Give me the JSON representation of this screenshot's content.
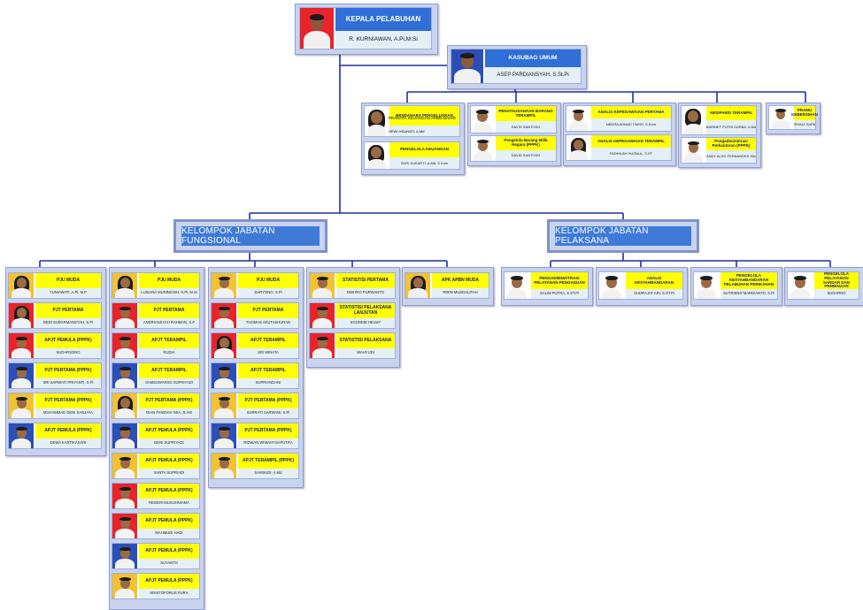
{
  "head": {
    "title": "KEPALA PELABUHAN",
    "name": "R. KURNIAWAN, A.Pi,M.Si"
  },
  "kasubag": {
    "title": "KASUBAG UMUM",
    "name": "ASEP PARDIANSYAH, S.St.Pi"
  },
  "staff": [
    {
      "title": "BENDAHARA PENGELUARAN",
      "name": ""
    },
    {
      "title": "PRANATA KEUANGAN APBN MAHIR",
      "name": "DEWI HIDAYATI, A.Md"
    },
    {
      "title": "PENGELOLA KEUANGAN",
      "name": "SURI SUKARTI, A.Md, S.Kom"
    },
    {
      "title": "PENATAUSAHAAN BARANG TERAMPIL",
      "name": "DAVID SANTOSO"
    },
    {
      "title": "Pengelola Barang Milik Negara (PPPK)",
      "name": "DAVID SANTOSO"
    },
    {
      "title": "ANALIS KEPEGAWAIAN PERTAMA",
      "name": "NEDRA AHMAD FARID, S.Kom"
    },
    {
      "title": "ANALIS KEPEGAWAIAN TERAMPIL",
      "name": "FADHILAH HUSNUL, S.ST"
    },
    {
      "title": "ARSIPARIS TERAMPIL",
      "name": "BARINET PUTRI DARBA, A.Md"
    },
    {
      "title": "Pengadministrasi Perkantoran (PPPK)",
      "name": "SANDY ALSO FERNANDES Sihar"
    },
    {
      "title": "PRAMU KEBERSIHAN",
      "name": "SURYADI SAPAWI"
    }
  ],
  "groups": {
    "fungsional": "KELOMPOK JABATAN FUNGSIONAL",
    "pelaksana": "KELOMPOK JABATAN PELAKSANA"
  },
  "col1": [
    {
      "title": "PJU MUDA",
      "name": "YUNIAWATI, A.Pi, M.P"
    },
    {
      "title": "PJT PERTAMA",
      "name": "DEDI SUDARMANSYAH, S.Pi"
    },
    {
      "title": "APJT PEMULA (PPPK)",
      "name": "SUDARSONO"
    },
    {
      "title": "PJT PERTAMA (PPPK)",
      "name": "SRI SARWATI PRIYANTI, S.Pi"
    },
    {
      "title": "PJT PERTAMA (PPPK)",
      "name": "MUHAMMAD DENI SANJAYA"
    },
    {
      "title": "APJT PEMULA (PPPK)",
      "name": "DEWA KARTIKASARI"
    }
  ],
  "col2": [
    {
      "title": "PJU MUDA",
      "name": "LUSIANA MUNINGSIH, S.Pi, M.Si"
    },
    {
      "title": "PJT PERTAMA",
      "name": "ANDRIANSYAH RAHMAN, S.P"
    },
    {
      "title": "APJT TERAMPIL",
      "name": "RUDIA"
    },
    {
      "title": "APJT TERAMPIL",
      "name": "SAMSUWARSO SUPRIYADI"
    },
    {
      "title": "PJT PERTAMA (PPPK)",
      "name": "DIAN FANDIAH NSA, S.AM"
    },
    {
      "title": "APJT PEMULA (PPPK)",
      "name": "DENI SUPRIYADI"
    },
    {
      "title": "APJT PEMULA (PPPK)",
      "name": "SANTA SUPRIADI"
    },
    {
      "title": "APJT PEMULA (PPPK)",
      "name": "REGERI MUSUHNIAMA"
    },
    {
      "title": "APJT PEMULA (PPPK)",
      "name": "MAHMUDI HADI"
    },
    {
      "title": "APJT PEMULA (PPPK)",
      "name": "SUYANTO"
    },
    {
      "title": "APJT PEMULA (PPPK)",
      "name": "KRISTOFORUS PURA"
    }
  ],
  "col3": [
    {
      "title": "PJU MUDA",
      "name": "DARYONO, S.Pi"
    },
    {
      "title": "PJT PERTAMA",
      "name": "THOMAS AKUTASHURAN"
    },
    {
      "title": "APJT TERAMPIL",
      "name": "SRI WINATA"
    },
    {
      "title": "APJT TERAMPIL",
      "name": "SUPRIANDANI"
    },
    {
      "title": "PJT PERTAMA (PPPK)",
      "name": "SURRATI SARWANI, S.Pi"
    },
    {
      "title": "PJT PERTAMA (PPPK)",
      "name": "RIDWAN WIWAHYSAPUTRA"
    },
    {
      "title": "APJT TERAMPIL (PPPK)",
      "name": "SAMSUDI, A.Md"
    }
  ],
  "col4": [
    {
      "title": "STATISTISI PERTAMA",
      "name": "DWI RIO PURWANTO"
    },
    {
      "title": "STATISTISI PELAKSANA LANJUTAN",
      "name": "SOUNDIE HELMY"
    },
    {
      "title": "STATISTISI PELAKSANA",
      "name": "WAHYUDI"
    }
  ],
  "col5": [
    {
      "title": "APK APBN MUDA",
      "name": "RIRIN MUSDALIFAH"
    }
  ],
  "pelaksana": [
    {
      "title": "PENGADMINISTRASI PELAYANAN PENGADUAN",
      "name": "SALIM PUTRA, S.ST.Pi"
    },
    {
      "title": "ANALIS KESYAHBANDARAN",
      "name": "SUDRAJAT ARI, S.ST.Pi"
    },
    {
      "title": "PENGELOLA KESYAHBANDARAN PELABUHAN PERIKANAN",
      "name": "SUTRISNO MARDIANTO, S.Pi"
    },
    {
      "title": "PENGELOLA PELAYANAN SANDAR DAN PEMBINAAN",
      "name": "SUDARNO"
    }
  ],
  "colors": {
    "title_bg": "#ffff00",
    "title_text": "#1a1a7a",
    "name_bg": "#e4f0f6",
    "panel_bg": "#c9d3ee",
    "connector": "#1f2fa6",
    "header_blue": "#3f7ad9"
  }
}
